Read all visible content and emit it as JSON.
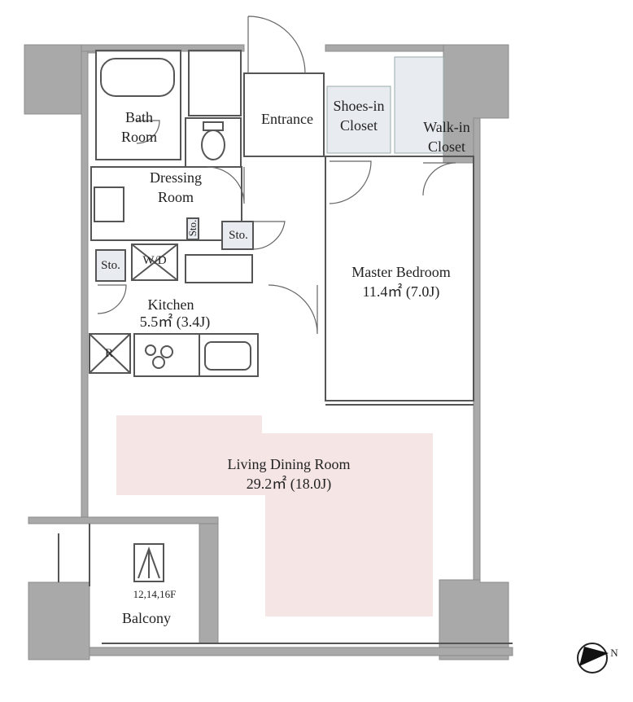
{
  "rooms": {
    "bath_room": "Bath\nRoom",
    "entrance": "Entrance",
    "shoes_in_closet": "Shoes-in\nCloset",
    "walk_in_closet": "Walk-in\nCloset",
    "dressing_room": "Dressing\nRoom",
    "storage_small_vertical": "Sto.",
    "storage_middle": "Sto.",
    "storage_left": "Sto.",
    "washer_dryer": "W/D",
    "master_bedroom": "Master Bedroom",
    "master_bedroom_area": "11.4㎡ (7.0J)",
    "kitchen": "Kitchen",
    "kitchen_area": "5.5㎡ (3.4J)",
    "refrigerator": "R",
    "living_dining_room": "Living Dining Room",
    "living_dining_area": "29.2㎡ (18.0J)",
    "balcony": "Balcony",
    "floors": "12,14,16F"
  },
  "compass": {
    "label": "N"
  },
  "colors": {
    "wall": "#a9a9a9",
    "wall_stroke": "#8c8c8c",
    "floor": "#ffffff",
    "living_highlight": "#f6e5e5",
    "closet_fill": "#e8ecf1",
    "line": "#555555"
  }
}
